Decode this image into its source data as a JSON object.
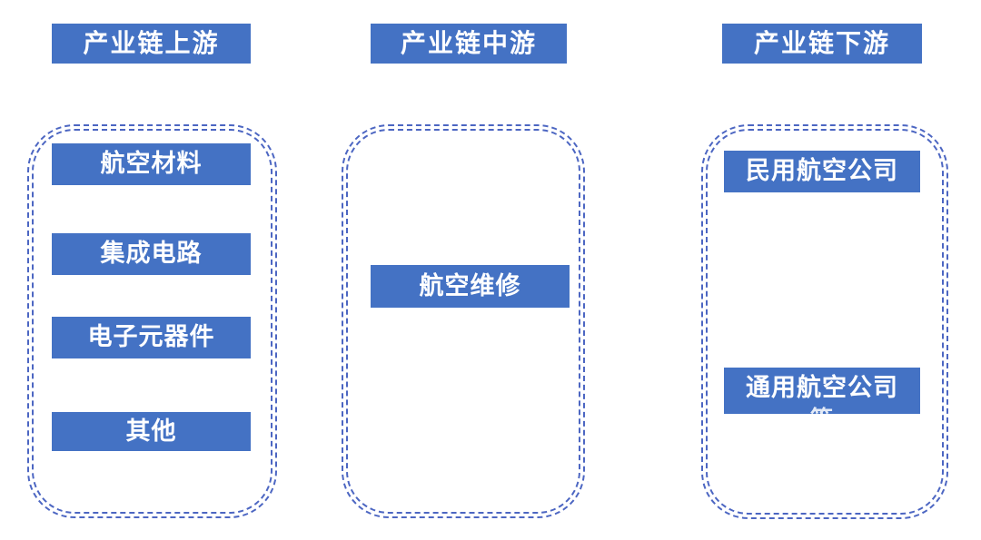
{
  "colors": {
    "box_blue": "#4472C4",
    "dash_blue": "#4C66C2",
    "text_white": "#FFFFFF"
  },
  "columns": [
    {
      "header": "产业链上游",
      "items": [
        "航空材料",
        "集成电路",
        "电子元器件",
        "其他"
      ]
    },
    {
      "header": "产业链中游",
      "items": [
        "航空维修"
      ]
    },
    {
      "header": "产业链下游",
      "items": [
        "民用航空公司",
        "通用航空公司"
      ],
      "partial_label": "等"
    }
  ]
}
